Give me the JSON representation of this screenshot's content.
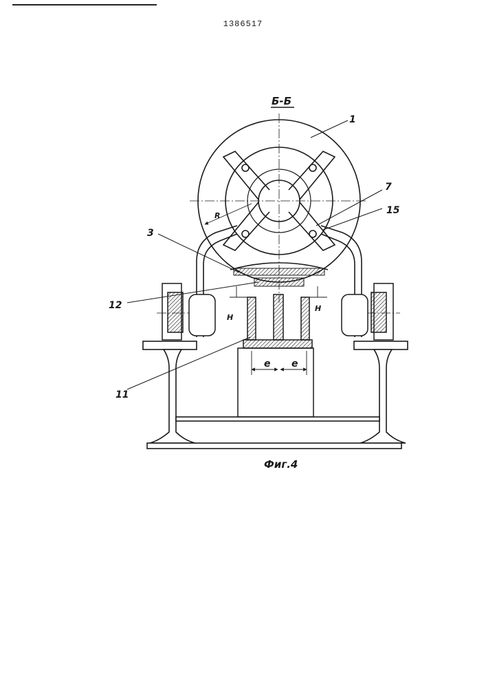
{
  "document": {
    "patent_number": "1386517",
    "section_label": "Б-Б",
    "figure_caption": "Фиг.4"
  },
  "callouts": [
    "1",
    "7",
    "15",
    "3",
    "12",
    "11"
  ],
  "dimension_labels": {
    "radius": "R",
    "height_left": "H",
    "height_right": "H",
    "offset_left": "e",
    "offset_right": "e"
  }
}
